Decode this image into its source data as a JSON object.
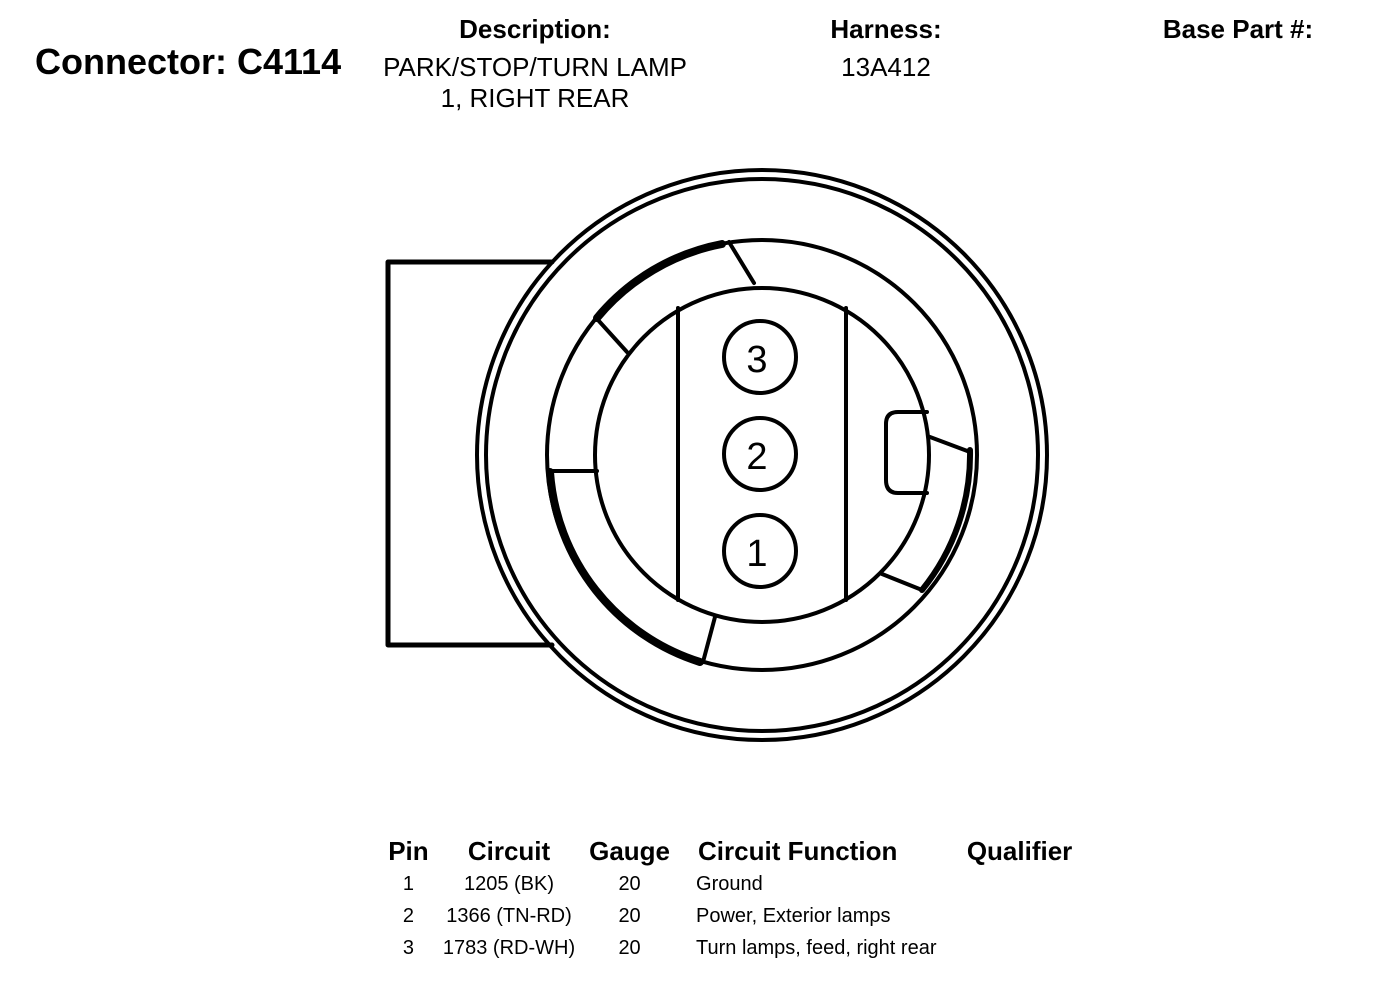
{
  "header": {
    "connector_label": "Connector: C4114",
    "description_label": "Description:",
    "description_line1": "PARK/STOP/TURN LAMP",
    "description_line2": "1, RIGHT REAR",
    "harness_label": "Harness:",
    "harness_value": "13A412",
    "base_part_label": "Base Part #:"
  },
  "diagram": {
    "pins": [
      "1",
      "2",
      "3"
    ],
    "line_color": "#000000",
    "background": "#ffffff"
  },
  "pin_table": {
    "headers": [
      "Pin",
      "Circuit",
      "Gauge",
      "Circuit Function",
      "Qualifier"
    ],
    "rows": [
      {
        "pin": "1",
        "circuit": "1205 (BK)",
        "gauge": "20",
        "function": "Ground",
        "qualifier": ""
      },
      {
        "pin": "2",
        "circuit": "1366 (TN-RD)",
        "gauge": "20",
        "function": "Power, Exterior lamps",
        "qualifier": ""
      },
      {
        "pin": "3",
        "circuit": "1783 (RD-WH)",
        "gauge": "20",
        "function": "Turn lamps, feed, right rear",
        "qualifier": ""
      }
    ]
  }
}
